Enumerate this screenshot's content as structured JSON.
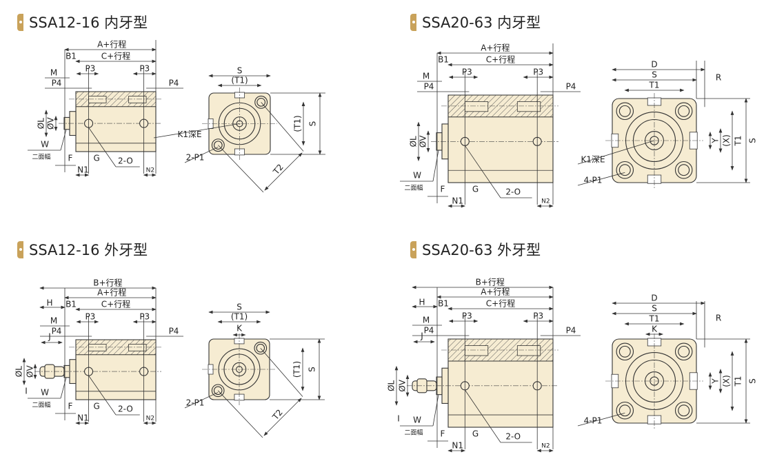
{
  "colors": {
    "accent": "#c9a25a",
    "body": "#f6ecd2",
    "line": "#333333"
  },
  "sections": [
    {
      "title": "SSA12-16 内牙型",
      "side": {
        "A": "A+行程",
        "C": "C+行程",
        "B1": "B1",
        "M": "M",
        "P3a": "P3",
        "P3b": "P3",
        "P4a": "P4",
        "P4b": "P4",
        "L": "ØL",
        "V": "ØV",
        "W": "W",
        "flats": "二面幅",
        "F": "F",
        "G": "G",
        "O": "2-O",
        "N1": "N1",
        "N2": "N2"
      },
      "end": {
        "S": "S",
        "T1": "(T1)",
        "S2": "S",
        "T1b": "(T1)",
        "T2": "T2",
        "K1": "K1深E",
        "P1": "2-P1"
      }
    },
    {
      "title": "SSA20-63 内牙型",
      "side": {
        "A": "A+行程",
        "C": "C+行程",
        "B1": "B1",
        "M": "M",
        "P3a": "P3",
        "P3b": "P3",
        "P4a": "P4",
        "P4b": "P4",
        "L": "ØL",
        "V": "ØV",
        "W": "W",
        "flats": "二面幅",
        "F": "F",
        "G": "G",
        "O": "2-O",
        "N1": "N1",
        "N2": "N2"
      },
      "end": {
        "D": "D",
        "S": "S",
        "T1": "T1",
        "R": "R",
        "Y": "Y",
        "X": "(X)",
        "T1b": "T1",
        "S2": "S",
        "K1": "K1深E",
        "P1": "4-P1"
      }
    },
    {
      "title": "SSA12-16 外牙型",
      "side": {
        "B": "B+行程",
        "A": "A+行程",
        "C": "C+行程",
        "H": "H",
        "B1": "B1",
        "M": "M",
        "P3a": "P3",
        "P3b": "P3",
        "P4a": "P4",
        "P4b": "P4",
        "J": "J",
        "L": "ØL",
        "V": "ØV",
        "I": "I",
        "W": "W",
        "flats": "二面幅",
        "F": "F",
        "G": "G",
        "O": "2-O",
        "N1": "N1",
        "N2": "N2"
      },
      "end": {
        "S": "S",
        "T1": "(T1)",
        "K": "K",
        "S2": "S",
        "T1b": "(T1)",
        "T2": "T2",
        "P1": "2-P1"
      }
    },
    {
      "title": "SSA20-63 外牙型",
      "side": {
        "B": "B+行程",
        "A": "A+行程",
        "C": "C+行程",
        "H": "H",
        "B1": "B1",
        "M": "M",
        "P3a": "P3",
        "P3b": "P3",
        "P4a": "P4",
        "P4b": "P4",
        "J": "J",
        "L": "ØL",
        "V": "ØV",
        "I": "I",
        "W": "W",
        "flats": "二面幅",
        "F": "F",
        "G": "G",
        "O": "2-O",
        "N1": "N1",
        "N2": "N2"
      },
      "end": {
        "D": "D",
        "S": "S",
        "T1": "T1",
        "K": "K",
        "R": "R",
        "Y": "Y",
        "X": "(X)",
        "T1b": "T1",
        "S2": "S",
        "P1": "4-P1"
      }
    }
  ]
}
